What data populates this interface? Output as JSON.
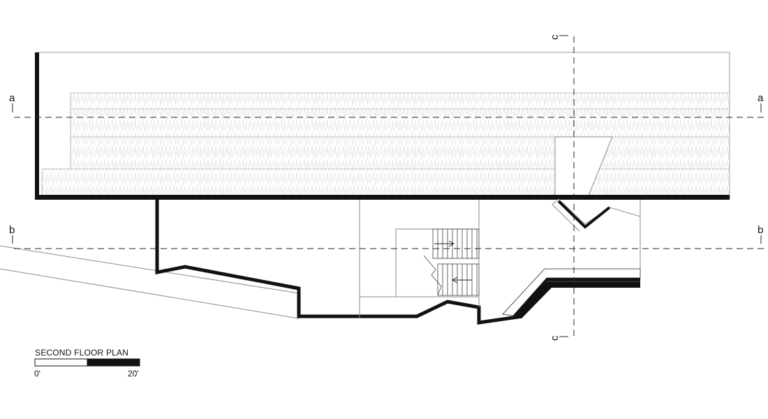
{
  "drawing": {
    "title": "SECOND FLOOR PLAN",
    "scale_bar": {
      "start_label": "0'",
      "end_label": "20'"
    },
    "section_markers": {
      "a": "a",
      "b": "b",
      "c": "c"
    }
  },
  "colors": {
    "wall": "#111111",
    "thin_line": "#8a8a8a",
    "hatch": "#c8c8c8",
    "background": "#ffffff"
  }
}
